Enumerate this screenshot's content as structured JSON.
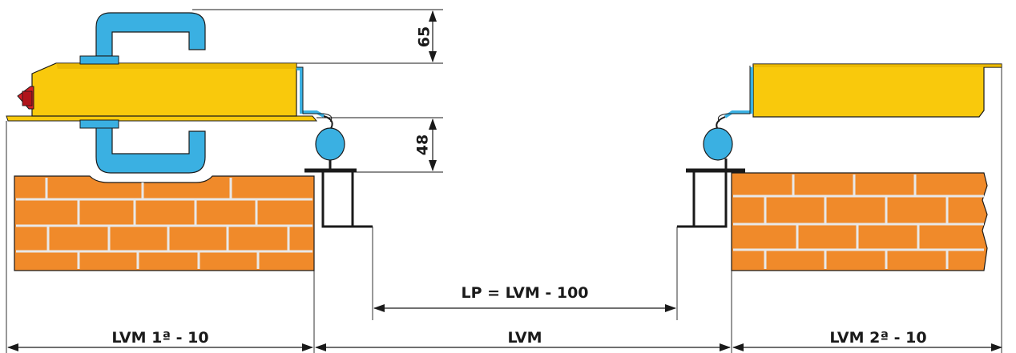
{
  "dimensions": {
    "top_height": "65",
    "handle_height": "48",
    "left_wall_width": "LVM 1ª - 10",
    "opening_width": "LVM",
    "right_wall_width": "LVM 2ª - 10",
    "passage_width": "LP = LVM - 100"
  },
  "colors": {
    "brick": "#f08a2a",
    "mortar": "#e8e8e8",
    "leaf": "#f9c90c",
    "leaf_shade": "#e3b000",
    "handle": "#3ab0e2",
    "seal": "#3ab0e2",
    "lock": "#d61f26",
    "lines": "#1a1a1a"
  },
  "icons": {
    "handle": "u-shaped-handle-icon",
    "lock": "lock-icon",
    "seal": "rubber-seal-icon"
  }
}
